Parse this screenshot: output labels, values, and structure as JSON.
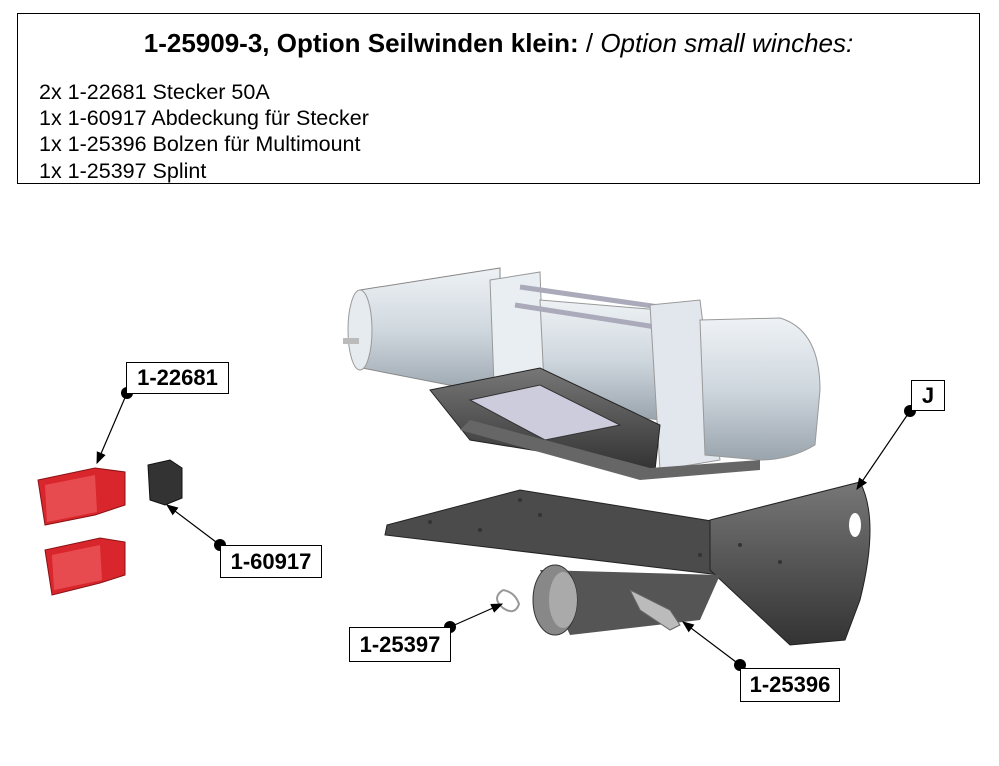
{
  "header": {
    "title_bold": "1-25909-3, Option Seilwinden klein:",
    "title_sep": " / ",
    "title_italic": "Option small winches:",
    "items": [
      "2x 1-22681 Stecker 50A",
      "1x 1-60917 Abdeckung für Stecker",
      "1x 1-25396 Bolzen für Multimount",
      "1x 1-25397 Splint"
    ]
  },
  "callouts": {
    "connector": "1-22681",
    "cover": "1-60917",
    "splint": "1-25397",
    "bolt": "1-25396",
    "mount": "J"
  },
  "colors": {
    "connector_red": "#d8262c",
    "winch_body": "#d6dde3",
    "plate_dark": "#4a4a4a"
  }
}
